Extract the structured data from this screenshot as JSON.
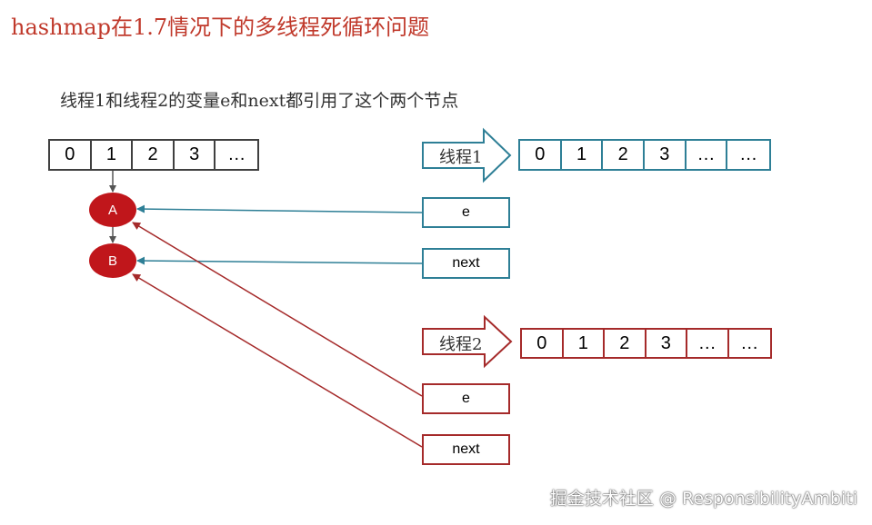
{
  "title": "hashmap在1.7情况下的多线程死循环问题",
  "subtitle": "线程1和线程2的变量e和next都引用了这个两个节点",
  "main_array": [
    "0",
    "1",
    "2",
    "3",
    "…"
  ],
  "nodes": {
    "a": "A",
    "b": "B"
  },
  "thread1": {
    "label": "线程1",
    "array": [
      "0",
      "1",
      "2",
      "3",
      "…",
      "…"
    ],
    "e": "e",
    "next": "next",
    "color": "#2e7f96"
  },
  "thread2": {
    "label": "线程2",
    "array": [
      "0",
      "1",
      "2",
      "3",
      "…",
      "…"
    ],
    "e": "e",
    "next": "next",
    "color": "#a52a2a"
  },
  "node_color": "#c0161b",
  "watermark": "掘金技术社区 @ ResponsibilityAmbiti"
}
